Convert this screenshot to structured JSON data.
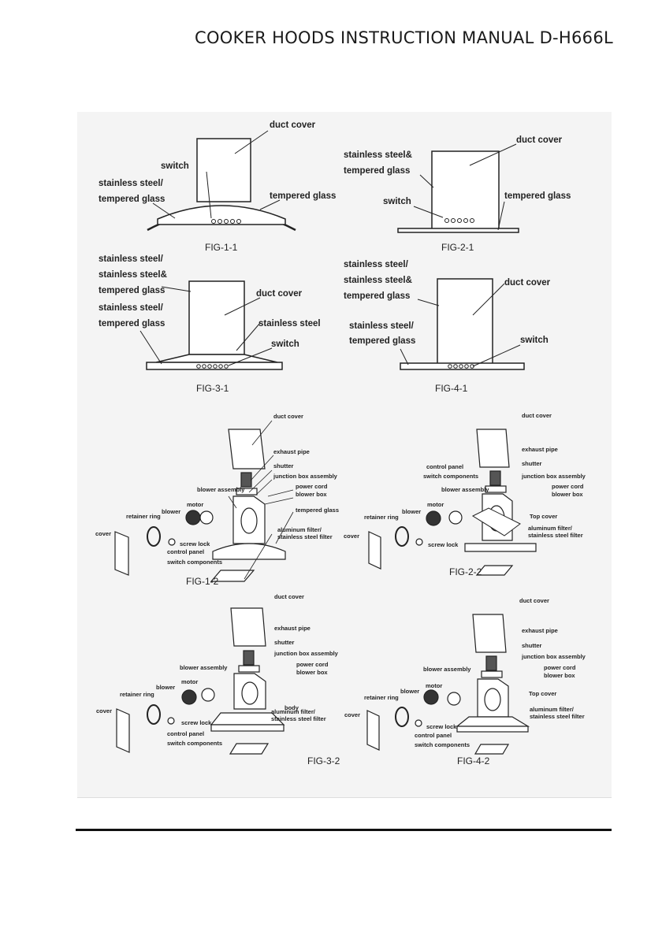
{
  "header": {
    "title": "COOKER HOODS INSTRUCTION MANUAL D-H666L"
  },
  "fig11": {
    "duct_cover": "duct cover",
    "switch": "switch",
    "ss1": "stainless steel/",
    "tg1": "tempered glass",
    "tg2": "tempered glass",
    "caption": "FIG-1-1"
  },
  "fig21": {
    "duct_cover": "duct cover",
    "ss1": "stainless steel&",
    "tg1": "tempered glass",
    "switch": "switch",
    "tg2": "tempered glass",
    "caption": "FIG-2-1"
  },
  "fig31": {
    "l1": "stainless steel/",
    "l2": "stainless steel&",
    "l3": "tempered glass",
    "duct_cover": "duct cover",
    "l4": "stainless steel/",
    "l5": "tempered glass",
    "ss": "stainless steel",
    "switch": "switch",
    "caption": "FIG-3-1"
  },
  "fig41": {
    "l1": "stainless steel/",
    "l2": "stainless steel&",
    "l3": "tempered glass",
    "duct_cover": "duct cover",
    "l4": "stainless steel/",
    "l5": "tempered glass",
    "switch": "switch",
    "caption": "FIG-4-1"
  },
  "fig12": {
    "duct_cover": "duct cover",
    "exhaust_pipe": "exhaust pipe",
    "shutter": "shutter",
    "junction": "junction box assembly",
    "blower_assembly": "blower assembly",
    "power_cord": "power cord",
    "blower_box": "blower box",
    "tempered_glass": "tempered glass",
    "retainer": "retainer ring",
    "blower": "blower",
    "motor": "motor",
    "cover": "cover",
    "screw_lock": "screw lock",
    "control_panel": "control panel",
    "switch_components": "switch components",
    "filter1": "aluminum filter/",
    "filter2": "stainless steel filter",
    "caption": "FIG-1-2"
  },
  "fig22": {
    "duct_cover": "duct cover",
    "control_panel": "control panel",
    "switch_components": "switch components",
    "exhaust_pipe": "exhaust pipe",
    "shutter": "shutter",
    "junction": "junction box assembly",
    "blower_assembly": "blower assembly",
    "power_cord": "power cord",
    "blower_box": "blower box",
    "retainer": "retainer ring",
    "blower": "blower",
    "motor": "motor",
    "top_cover": "Top cover",
    "cover": "cover",
    "screw_lock": "screw lock",
    "filter1": "aluminum filter/",
    "filter2": "stainless steel filter",
    "caption": "FIG-2-2"
  },
  "fig32": {
    "duct_cover": "duct cover",
    "exhaust_pipe": "exhaust pipe",
    "shutter": "shutter",
    "junction": "junction box assembly",
    "blower_assembly": "blower assembly",
    "power_cord": "power cord",
    "blower_box": "blower box",
    "retainer": "retainer ring",
    "blower": "blower",
    "motor": "motor",
    "body": "body",
    "cover": "cover",
    "screw_lock": "screw lock",
    "control_panel": "control panel",
    "switch_components": "switch components",
    "filter1": "aluminum filter/",
    "filter2": "stainless steel filter",
    "caption": "FIG-3-2"
  },
  "fig42": {
    "duct_cover": "duct cover",
    "exhaust_pipe": "exhaust pipe",
    "shutter": "shutter",
    "junction": "junction box assembly",
    "blower_assembly": "blower assembly",
    "power_cord": "power cord",
    "blower_box": "blower box",
    "retainer": "retainer ring",
    "blower": "blower",
    "motor": "motor",
    "top_cover": "Top cover",
    "cover": "cover",
    "screw_lock": "screw lock",
    "control_panel": "control panel",
    "switch_components": "switch components",
    "filter1": "aluminum filter/",
    "filter2": "stainless steel filter",
    "caption": "FIG-4-2"
  }
}
